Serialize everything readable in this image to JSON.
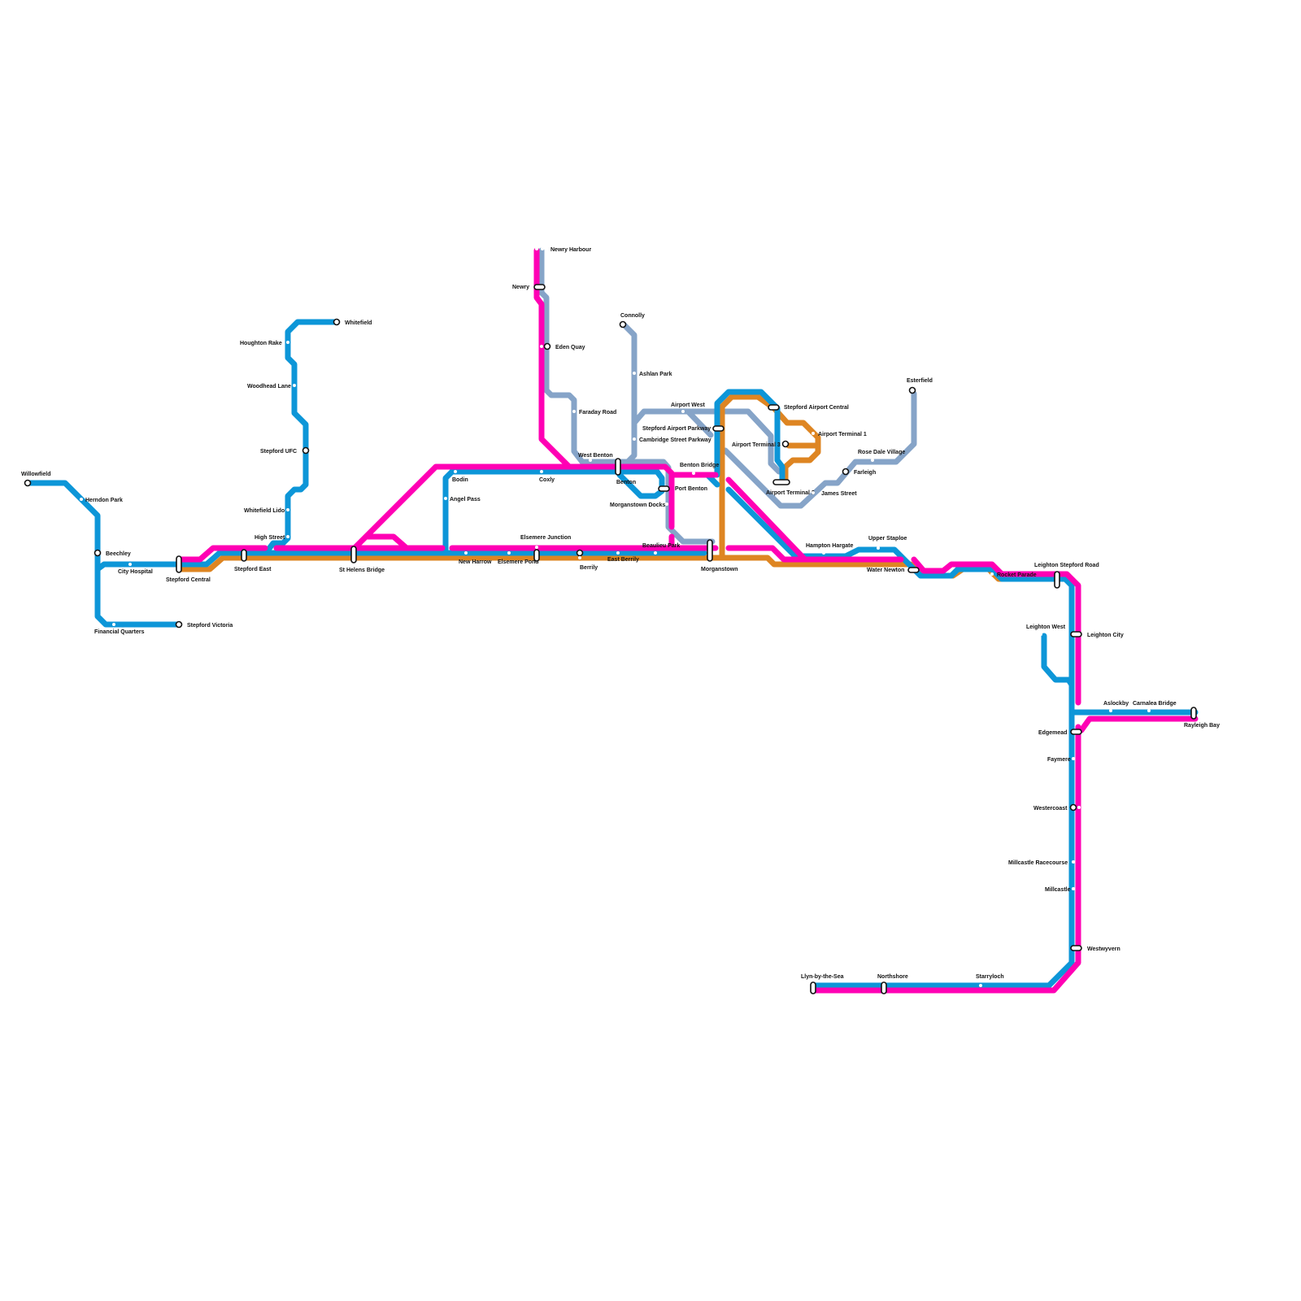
{
  "map": {
    "type": "transit-network-map",
    "lines": [
      {
        "id": "blue",
        "color": "#0d96d8"
      },
      {
        "id": "magenta",
        "color": "#ff00b4"
      },
      {
        "id": "orange",
        "color": "#de8522"
      },
      {
        "id": "grey",
        "color": "#86a4c8"
      }
    ],
    "stations": {
      "willowfield": "Willowfield",
      "herndon_park": "Herndon Park",
      "beechley": "Beechley",
      "city_hospital": "City Hospital",
      "financial_quarters": "Financial Quarters",
      "stepford_victoria": "Stepford Victoria",
      "stepford_central": "Stepford Central",
      "stepford_east": "Stepford East",
      "whitefield": "Whitefield",
      "houghton_rake": "Houghton Rake",
      "woodhead_lane": "Woodhead Lane",
      "stepford_ufc": "Stepford UFC",
      "whitefield_lido": "Whitefield Lido",
      "high_street": "High Street",
      "st_helens_bridge": "St Helens Bridge",
      "bodin": "Bodin",
      "angel_pass": "Angel Pass",
      "coxly": "Coxly",
      "new_harrow": "New Harrow",
      "elsemere_pond": "Elsemere Pond",
      "elsemere_junction": "Elsemere Junction",
      "berrily": "Berrily",
      "east_berrily": "East Berrily",
      "newry_harbour": "Newry Harbour",
      "newry": "Newry",
      "eden_quay": "Eden Quay",
      "faraday_road": "Faraday Road",
      "west_benton": "West Benton",
      "benton": "Benton",
      "connolly": "Connolly",
      "ashlan_park": "Ashlan Park",
      "airport_west": "Airport West",
      "stepford_airport_parkway": "Stepford Airport Parkway",
      "cambridge_street_parkway": "Cambridge Street Parkway",
      "benton_bridge": "Benton Bridge",
      "port_benton": "Port Benton",
      "morganstown_docks": "Morganstown Docks",
      "beaulieu_park": "Beaulieu Park",
      "morganstown": "Morganstown",
      "stepford_airport_central": "Stepford Airport Central",
      "airport_terminal_1": "Airport Terminal 1",
      "airport_terminal_3": "Airport Terminal 3",
      "airport_terminal_2": "Airport Terminal 2",
      "james_street": "James Street",
      "farleigh": "Farleigh",
      "rose_dale_village": "Rose Dale Village",
      "esterfield": "Esterfield",
      "hampton_hargate": "Hampton Hargate",
      "upper_staploe": "Upper Staploe",
      "water_newton": "Water Newton",
      "rocket_parade": "Rocket Parade",
      "leighton_stepford_road": "Leighton Stepford Road",
      "leighton_west": "Leighton West",
      "leighton_city": "Leighton City",
      "aslockby": "Aslockby",
      "carnalea_bridge": "Carnalea Bridge",
      "rayleigh_bay": "Rayleigh Bay",
      "edgemead": "Edgemead",
      "faymere": "Faymere",
      "westercoast": "Westercoast",
      "millcastle_racecourse": "Millcastle Racecourse",
      "millcastle": "Millcastle",
      "westwyvern": "Westwyvern",
      "starryloch": "Starryloch",
      "northshore": "Northshore",
      "llyn_by_the_sea": "Llyn-by-the-Sea"
    }
  }
}
